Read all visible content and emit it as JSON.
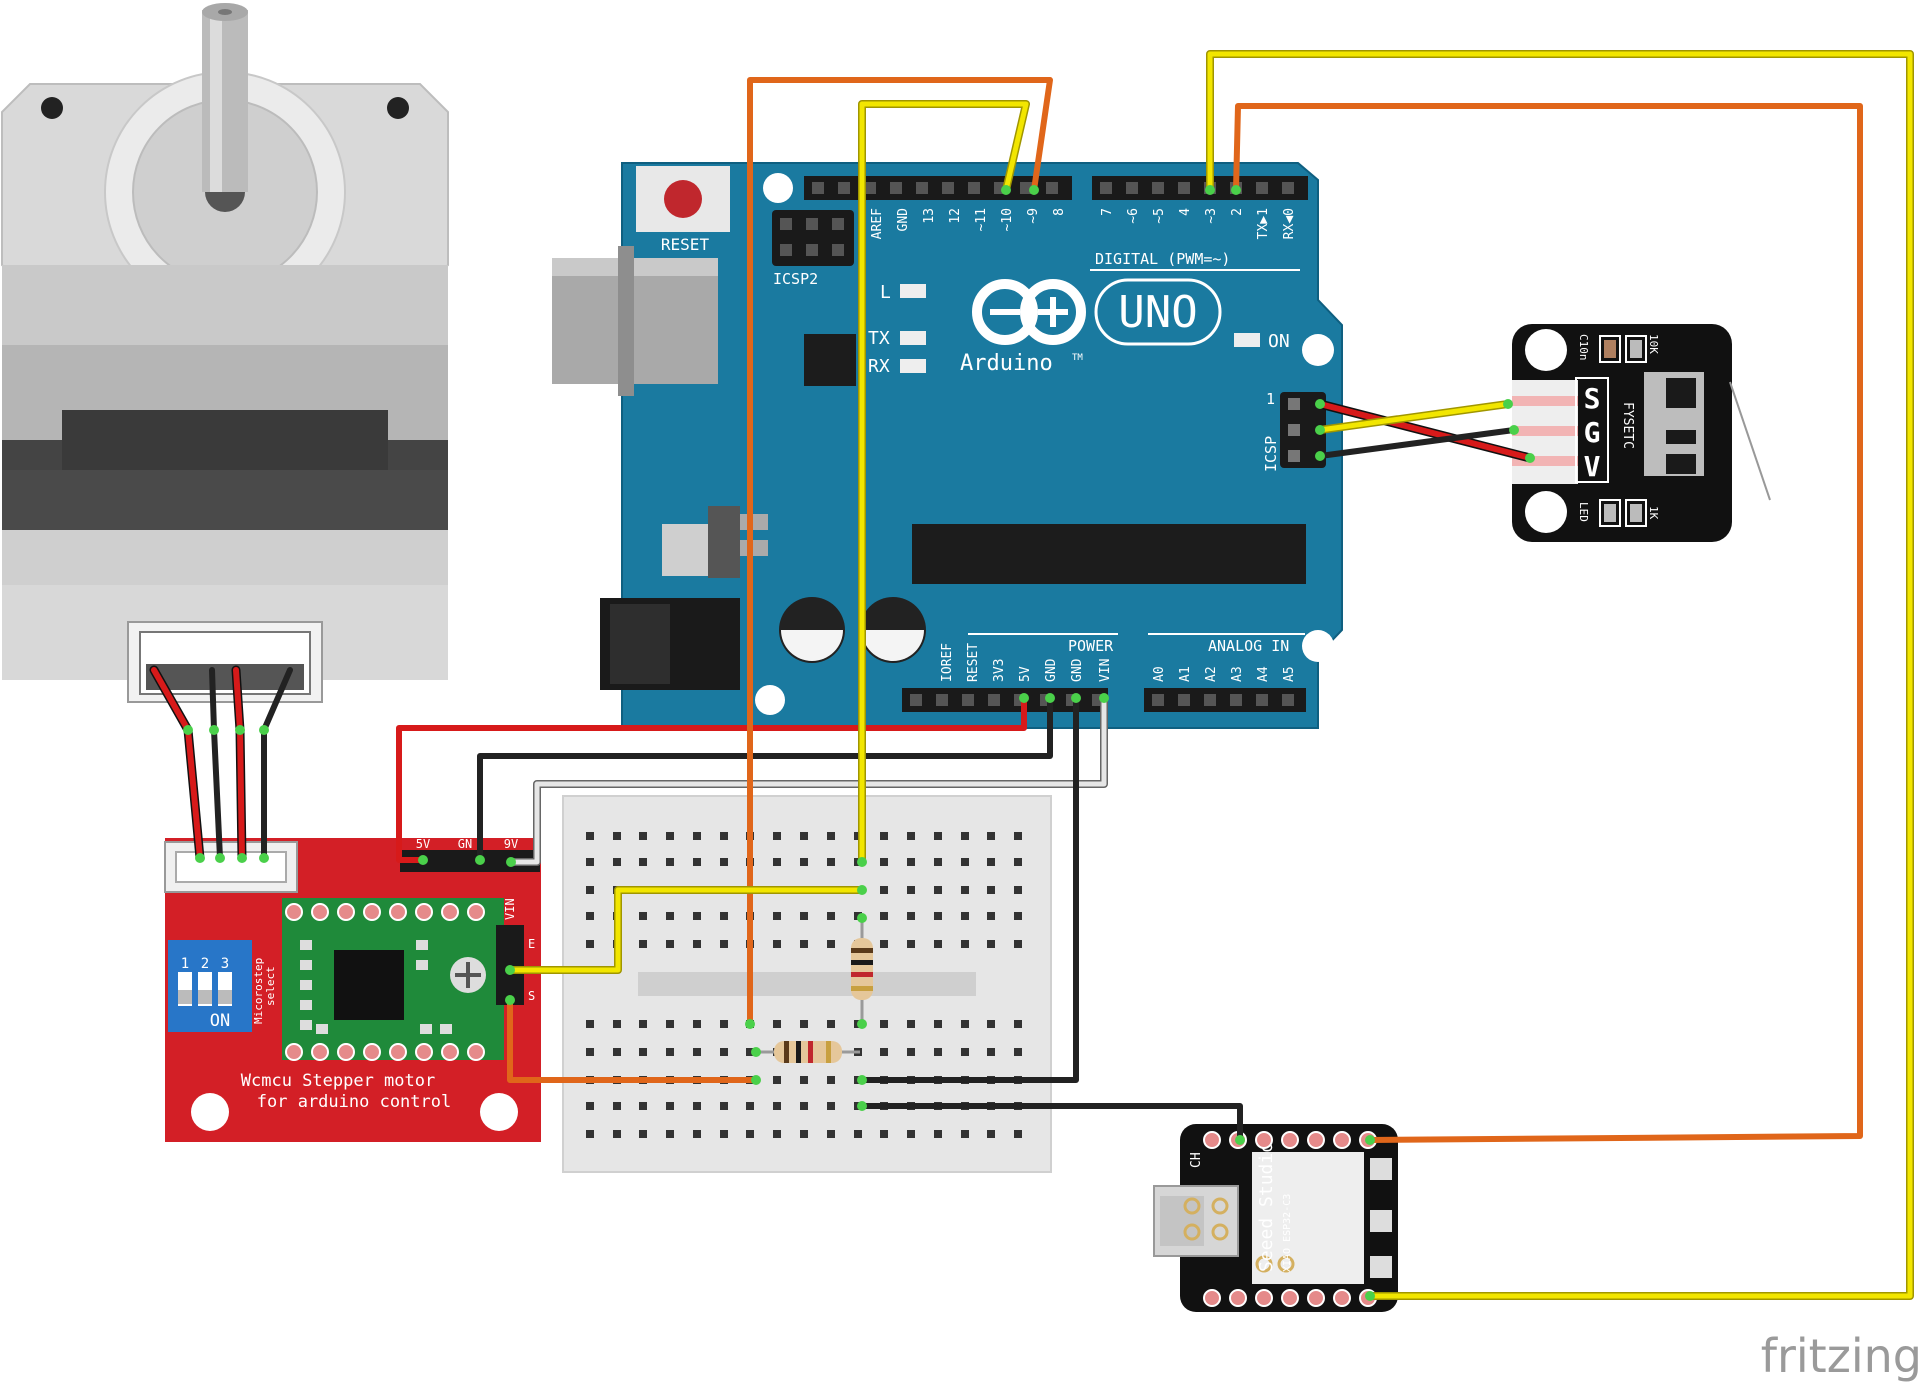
{
  "colors": {
    "arduino": "#1a7aa0",
    "driver": "#d31f26",
    "wire_red": "#d71a1a",
    "wire_black": "#222222",
    "wire_yellow": "#f2e600",
    "wire_orange": "#e0661a",
    "wire_white": "#d8d8d8",
    "breadboard": "#e6e6e6",
    "sensor": "#111111",
    "xiao": "#111111"
  },
  "arduino": {
    "reset_label": "RESET",
    "icsp2_label": "ICSP2",
    "icsp_label": "ICSP",
    "icsp_pin1": "1",
    "led_l": "L",
    "led_tx": "TX",
    "led_rx": "RX",
    "on_label": "ON",
    "brand": "Arduino",
    "tm": "TM",
    "model": "UNO",
    "digital_label": "DIGITAL (PWM=~)",
    "power_label": "POWER",
    "analog_label": "ANALOG IN",
    "top_pins": [
      "AREF",
      "GND",
      "13",
      "12",
      "~11",
      "~10",
      "~9",
      "8",
      "7",
      "~6",
      "~5",
      "4",
      "~3",
      "2",
      "TX▶1",
      "RX◀0"
    ],
    "power_pins": [
      "IOREF",
      "RESET",
      "3V3",
      "5V",
      "GND",
      "GND",
      "VIN"
    ],
    "analog_pins": [
      "A0",
      "A1",
      "A2",
      "A3",
      "A4",
      "A5"
    ]
  },
  "driver": {
    "pin_5v": "5V",
    "pin_gnd": "GN",
    "pin_9v": "9V",
    "pin_vin": "VIN",
    "pin_e": "E",
    "pin_s": "S",
    "dip_on": "ON",
    "dip_nums": [
      "1",
      "2",
      "3"
    ],
    "microstep": "Micorostep",
    "select": "select",
    "title_line1": "Wcmcu Stepper motor",
    "title_line2": "for arduino control"
  },
  "sensor": {
    "pins": [
      "S",
      "G",
      "V"
    ],
    "brand": "FYSETC",
    "cap_label": "C10n",
    "res_top": "10K",
    "led_label": "LED",
    "res_bottom": "1K"
  },
  "xiao": {
    "ch": "CH",
    "brand": "Seeed Studio",
    "model": "XIAO ESP32-C3"
  },
  "watermark": "fritzing"
}
